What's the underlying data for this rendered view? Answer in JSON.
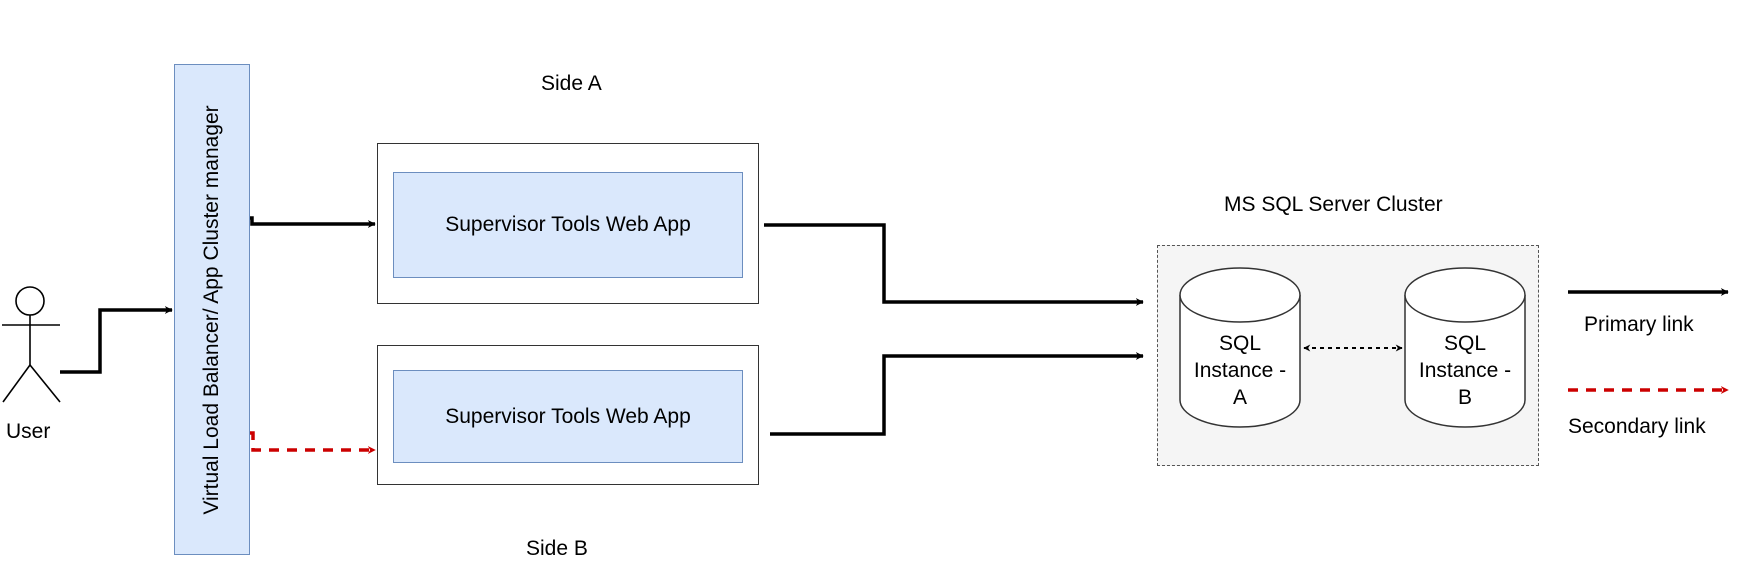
{
  "actor": {
    "label": "User"
  },
  "load_balancer": {
    "label": "Virtual Load Balancer/ App Cluster manager"
  },
  "side_a": {
    "label": "Side A",
    "app_label": "Supervisor Tools Web App"
  },
  "side_b": {
    "label": "Side B",
    "app_label": "Supervisor Tools Web App"
  },
  "sql_cluster": {
    "label": "MS SQL Server Cluster",
    "instances": [
      {
        "line1": "SQL",
        "line2": "Instance -",
        "line3": "A"
      },
      {
        "line1": "SQL",
        "line2": "Instance -",
        "line3": "B"
      }
    ]
  },
  "legend": {
    "primary": {
      "label": "Primary link",
      "color": "#000000"
    },
    "secondary": {
      "label": "Secondary link",
      "color": "#cc0000"
    }
  }
}
